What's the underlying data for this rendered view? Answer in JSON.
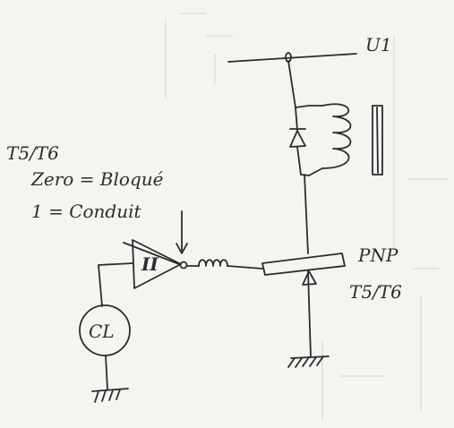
{
  "labels": {
    "supply": "U1",
    "transistor_ref": "T5/T6",
    "zero_line": "Zero = Bloqué",
    "one_line": "1 = Conduit",
    "buffer": "II",
    "transistor_type": "PNP",
    "transistor_ref_2": "T5/T6",
    "source": "CL"
  }
}
